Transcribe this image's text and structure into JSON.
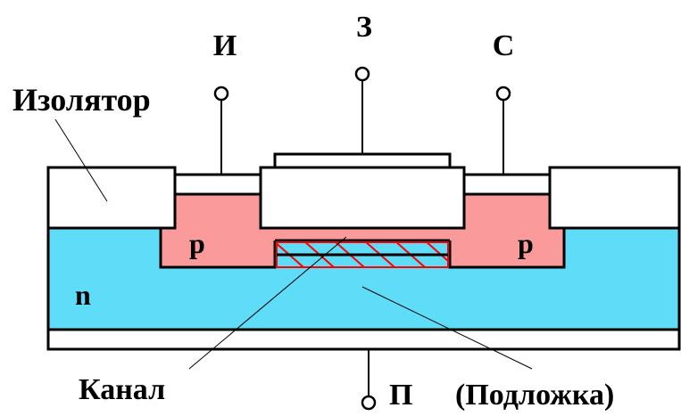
{
  "labels": {
    "source": "И",
    "gate": "З",
    "drain": "С",
    "insulator": "Изолятор",
    "p_left": "p",
    "p_right": "p",
    "n_region": "n",
    "channel": "Канал",
    "substrate_terminal": "П",
    "substrate_name": "(Подложка)"
  },
  "colors": {
    "n_region": "#5fdcf8",
    "p_region": "#fb9a9a",
    "insulator": "#ffffff",
    "channel_hatch": "#ff0000",
    "outline": "#000000"
  }
}
